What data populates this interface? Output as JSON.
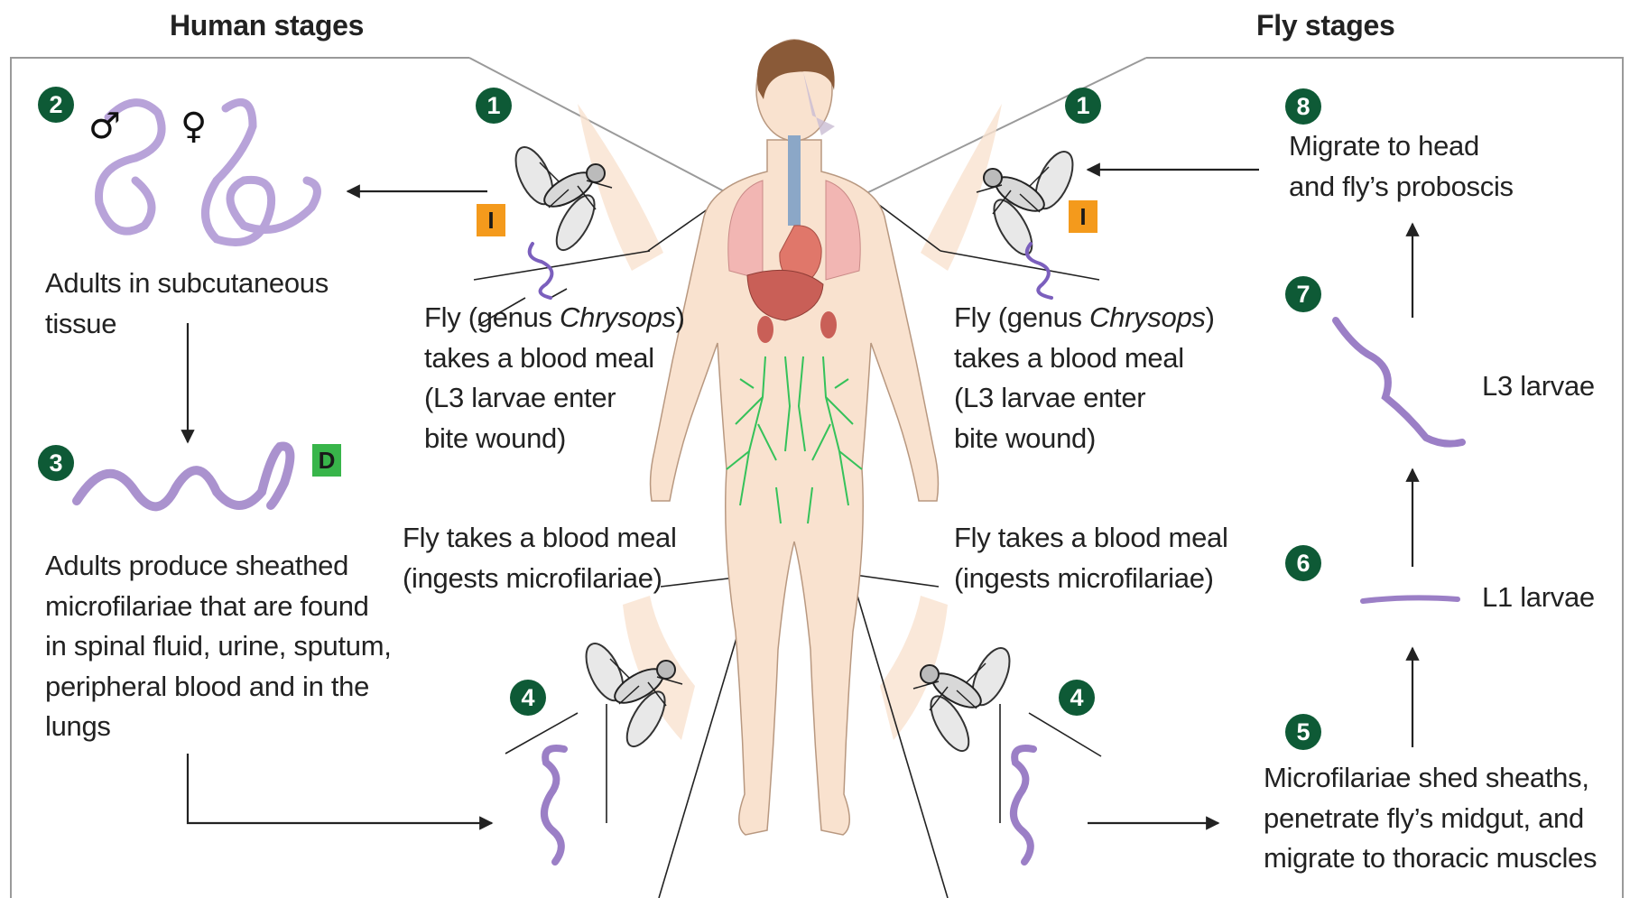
{
  "headers": {
    "human": "Human stages",
    "fly": "Fly stages"
  },
  "symbols": {
    "male": "♂",
    "female": "♀"
  },
  "tags": {
    "infective": "I",
    "diagnostic": "D"
  },
  "badges": {
    "b1": "1",
    "b2": "2",
    "b3": "3",
    "b4": "4",
    "b5": "5",
    "b6": "6",
    "b7": "7",
    "b8": "8"
  },
  "stage2": {
    "line1": "Adults in subcutaneous",
    "line2": "tissue"
  },
  "stage3": {
    "line1": "Adults produce sheathed",
    "line2": "microfilariae that are found",
    "line3": "in spinal fluid, urine, sputum,",
    "line4": "peripheral blood and in the",
    "line5": "lungs"
  },
  "stage1_left": {
    "line1_prefix": "Fly (genus ",
    "line1_genus": "Chrysops",
    "line1_suffix": ")",
    "line2": "takes a blood meal",
    "line3": "(L3 larvae enter",
    "line4": "bite wound)"
  },
  "stage1_right": {
    "line1_prefix": "Fly (genus ",
    "line1_genus": "Chrysops",
    "line1_suffix": ")",
    "line2": "takes a blood meal",
    "line3": "(L3 larvae enter",
    "line4": "bite wound)"
  },
  "stage4_left": {
    "line1": "Fly takes a blood meal",
    "line2": "(ingests microfilariae)"
  },
  "stage4_right": {
    "line1": "Fly takes a blood meal",
    "line2": "(ingests microfilariae)"
  },
  "stage8": {
    "line1": "Migrate to head",
    "line2": "and fly’s proboscis"
  },
  "stage7": {
    "label": "L3 larvae"
  },
  "stage6": {
    "label": "L1 larvae"
  },
  "stage5": {
    "line1": "Microfilariae shed sheaths,",
    "line2": "penetrate fly’s midgut, and",
    "line3": "migrate to thoracic muscles"
  },
  "colors": {
    "badge": "#0e5a36",
    "infective_tag": "#f49a1c",
    "diagnostic_tag": "#38b54a",
    "worm": "#9b7fc6",
    "skin": "#f9e2cf",
    "lymph": "#35c25a",
    "frame": "#9a9a9a"
  }
}
